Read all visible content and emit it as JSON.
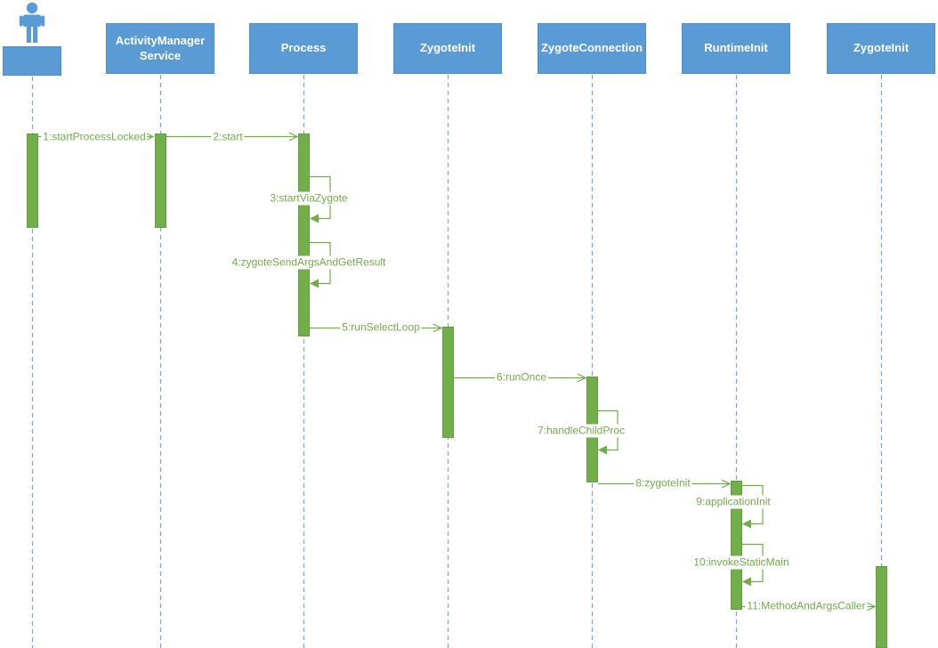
{
  "diagram": {
    "kind": "uml-sequence-diagram",
    "subject": "Android application process startup sequence"
  },
  "colors": {
    "participant_fill": "#5b9bd5",
    "participant_border": "#4f8fc9",
    "participant_text": "#ffffff",
    "activation_fill": "#72ae49",
    "activation_border": "#61a03a",
    "message_color": "#70ad47",
    "lifeline_color": "#7da4d6",
    "background": "#ffffff"
  },
  "participants": [
    {
      "id": "user",
      "kind": "actor",
      "lines": [
        ""
      ]
    },
    {
      "id": "activity-manager-service",
      "kind": "object",
      "lines": [
        "ActivityManager",
        "Service"
      ]
    },
    {
      "id": "process",
      "kind": "object",
      "lines": [
        "Process"
      ]
    },
    {
      "id": "zygote-init",
      "kind": "object",
      "lines": [
        "ZygoteInit"
      ]
    },
    {
      "id": "zygote-connection",
      "kind": "object",
      "lines": [
        "ZygoteConnection"
      ]
    },
    {
      "id": "runtime-init",
      "kind": "object",
      "lines": [
        "RuntimeInit"
      ]
    },
    {
      "id": "zygote-init-2",
      "kind": "object",
      "lines": [
        "ZygoteInit"
      ]
    }
  ],
  "messages": [
    {
      "label": "1:startProcessLocked",
      "from": "user",
      "to": "activity-manager-service",
      "type": "call"
    },
    {
      "label": "2:start",
      "from": "activity-manager-service",
      "to": "process",
      "type": "call"
    },
    {
      "label": "3:startViaZygote",
      "from": "process",
      "to": "process",
      "type": "self"
    },
    {
      "label": "4:zygoteSendArgsAndGetResult",
      "from": "process",
      "to": "process",
      "type": "self"
    },
    {
      "label": "5:runSelectLoop",
      "from": "process",
      "to": "zygote-init",
      "type": "call"
    },
    {
      "label": "6:runOnce",
      "from": "zygote-init",
      "to": "zygote-connection",
      "type": "call"
    },
    {
      "label": "7:handleChildProc",
      "from": "zygote-connection",
      "to": "zygote-connection",
      "type": "self"
    },
    {
      "label": "8:zygoteInit",
      "from": "zygote-connection",
      "to": "runtime-init",
      "type": "call"
    },
    {
      "label": "9:applicationInit",
      "from": "runtime-init",
      "to": "runtime-init",
      "type": "self"
    },
    {
      "label": "10:invokeStaticMain",
      "from": "runtime-init",
      "to": "runtime-init",
      "type": "self"
    },
    {
      "label": "11:MethodAndArgsCaller",
      "from": "runtime-init",
      "to": "zygote-init-2",
      "type": "call"
    }
  ]
}
